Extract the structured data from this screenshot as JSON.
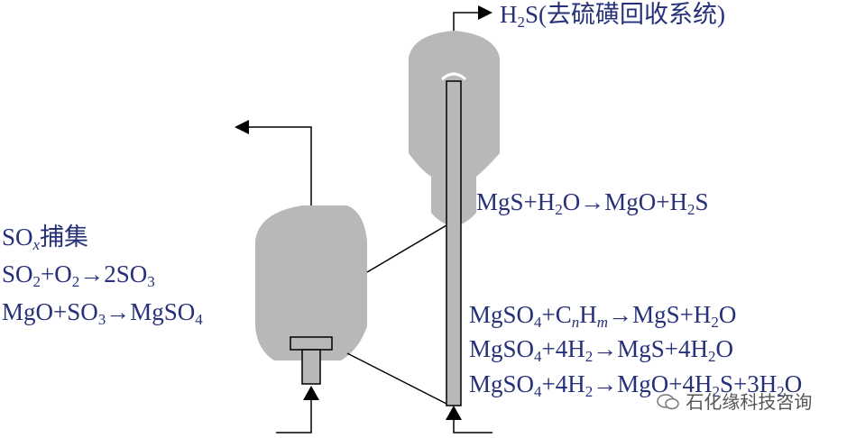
{
  "top_product": [
    "H",
    "2",
    "S(去硫磺回收系统)"
  ],
  "sox_capture": {
    "title": [
      "SO",
      "x",
      "捕集"
    ],
    "eq1": [
      "SO",
      "2",
      "+O",
      "2",
      "→2SO",
      "3"
    ],
    "eq2": [
      "MgO+SO",
      "3",
      "→MgSO",
      "4"
    ]
  },
  "regenerator_eq": [
    "MgS+H",
    "2",
    "O→MgO+H",
    "2",
    "S"
  ],
  "reducer_eqs": {
    "eq1": [
      "MgSO",
      "4",
      "+C",
      "n",
      "H",
      "m",
      "→MgS+H",
      "2",
      "O"
    ],
    "eq2": [
      "MgSO",
      "4",
      "+4H",
      "2",
      "→MgS+4H",
      "2",
      "O"
    ],
    "eq3": [
      "MgSO",
      "4",
      "+4H",
      "2",
      "→MgO+4H",
      "2",
      "S+3H",
      "2",
      "O"
    ]
  },
  "watermark": "石化缘科技咨询",
  "colors": {
    "text": "#26317a",
    "vessel": "#b8b8b8",
    "line": "#000000"
  }
}
